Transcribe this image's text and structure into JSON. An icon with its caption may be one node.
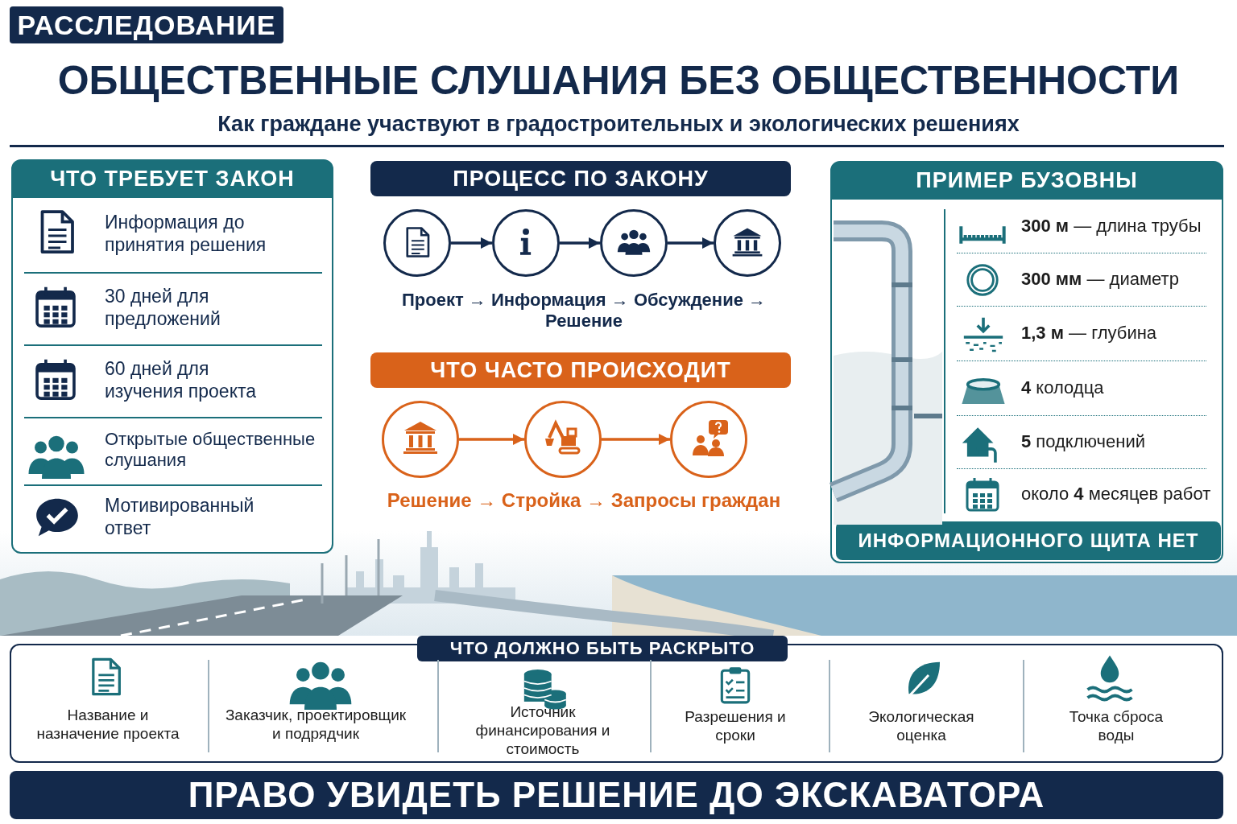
{
  "diagram": {
    "title": "ОБЩЕСТВЕННЫЕ СЛУШАНИЯ БЕЗ ОБЩЕСТВЕННОСТИ",
    "nodes": [
      {
        "text": [
          "РАССЛЕДОВАНИЕ"
        ]
      },
      {
        "text": [
          "ЧТО ТРЕБУЕТ ЗАКОН"
        ]
      },
      {
        "text": [
          "ПРОЦЕСС ПО ЗАКОНУ"
        ]
      },
      {
        "text": [],
        "shape": "circle"
      },
      {
        "text": [],
        "shape": "circle"
      },
      {
        "text": [],
        "shape": "circle"
      },
      {
        "text": [],
        "shape": "circle"
      },
      {
        "text": [
          "ЧТО ЧАСТО ПРОИСХОДИТ"
        ]
      },
      {
        "text": [],
        "shape": "circle"
      },
      {
        "text": [],
        "shape": "circle"
      },
      {
        "text": [],
        "shape": "circle"
      },
      {
        "text": [
          "ПРИМЕР БУЗОВНЫ"
        ]
      },
      {
        "text": [
          "ИНФОРМАЦИОННОГО ЩИТА НЕТ"
        ],
        "in": 11
      },
      {
        "text": [
          "ЧТО ДОЛЖНО БЫТЬ РАСКРЫТО"
        ]
      },
      {
        "text": [
          "ПРАВО УВИДЕТЬ РЕШЕНИЕ ДО ЭКСКАВАТОРА"
        ]
      }
    ],
    "edges": [
      {
        "from": 3,
        "to": 4,
        "arrow": "to"
      },
      {
        "from": 4,
        "to": 5,
        "arrow": "to"
      },
      {
        "from": 5,
        "to": 6,
        "arrow": "to"
      },
      {
        "from": 8,
        "to": 9,
        "arrow": "to",
        "color": "#d9621a"
      },
      {
        "from": 9,
        "to": 10,
        "arrow": "to",
        "color": "#d9621a"
      }
    ],
    "labels": [
      "Как граждане участвуют в градостроительных и экологических решениях",
      "Информация до принятия решения",
      "30 дней для предложений",
      "60 дней для изучения проекта",
      "Открытые общественные слушания",
      "Мотивированный ответ",
      "Проект → Информация → Обсуждение → Решение",
      "Решение → Стройка → Запросы граждан",
      "**300 м** — длина трубы",
      "**300 мм** — диаметр",
      "**1,3 м** — глубина",
      "**4** колодца",
      "**5** подключений",
      "около **4** месяцев работ",
      "Название и назначение проекта",
      "Заказчик, проектировщик и подрядчик",
      "Источник финансирования и стоимость",
      "Разрешения и сроки",
      "Экологическая оценка",
      "Точка сброса воды"
    ]
  }
}
